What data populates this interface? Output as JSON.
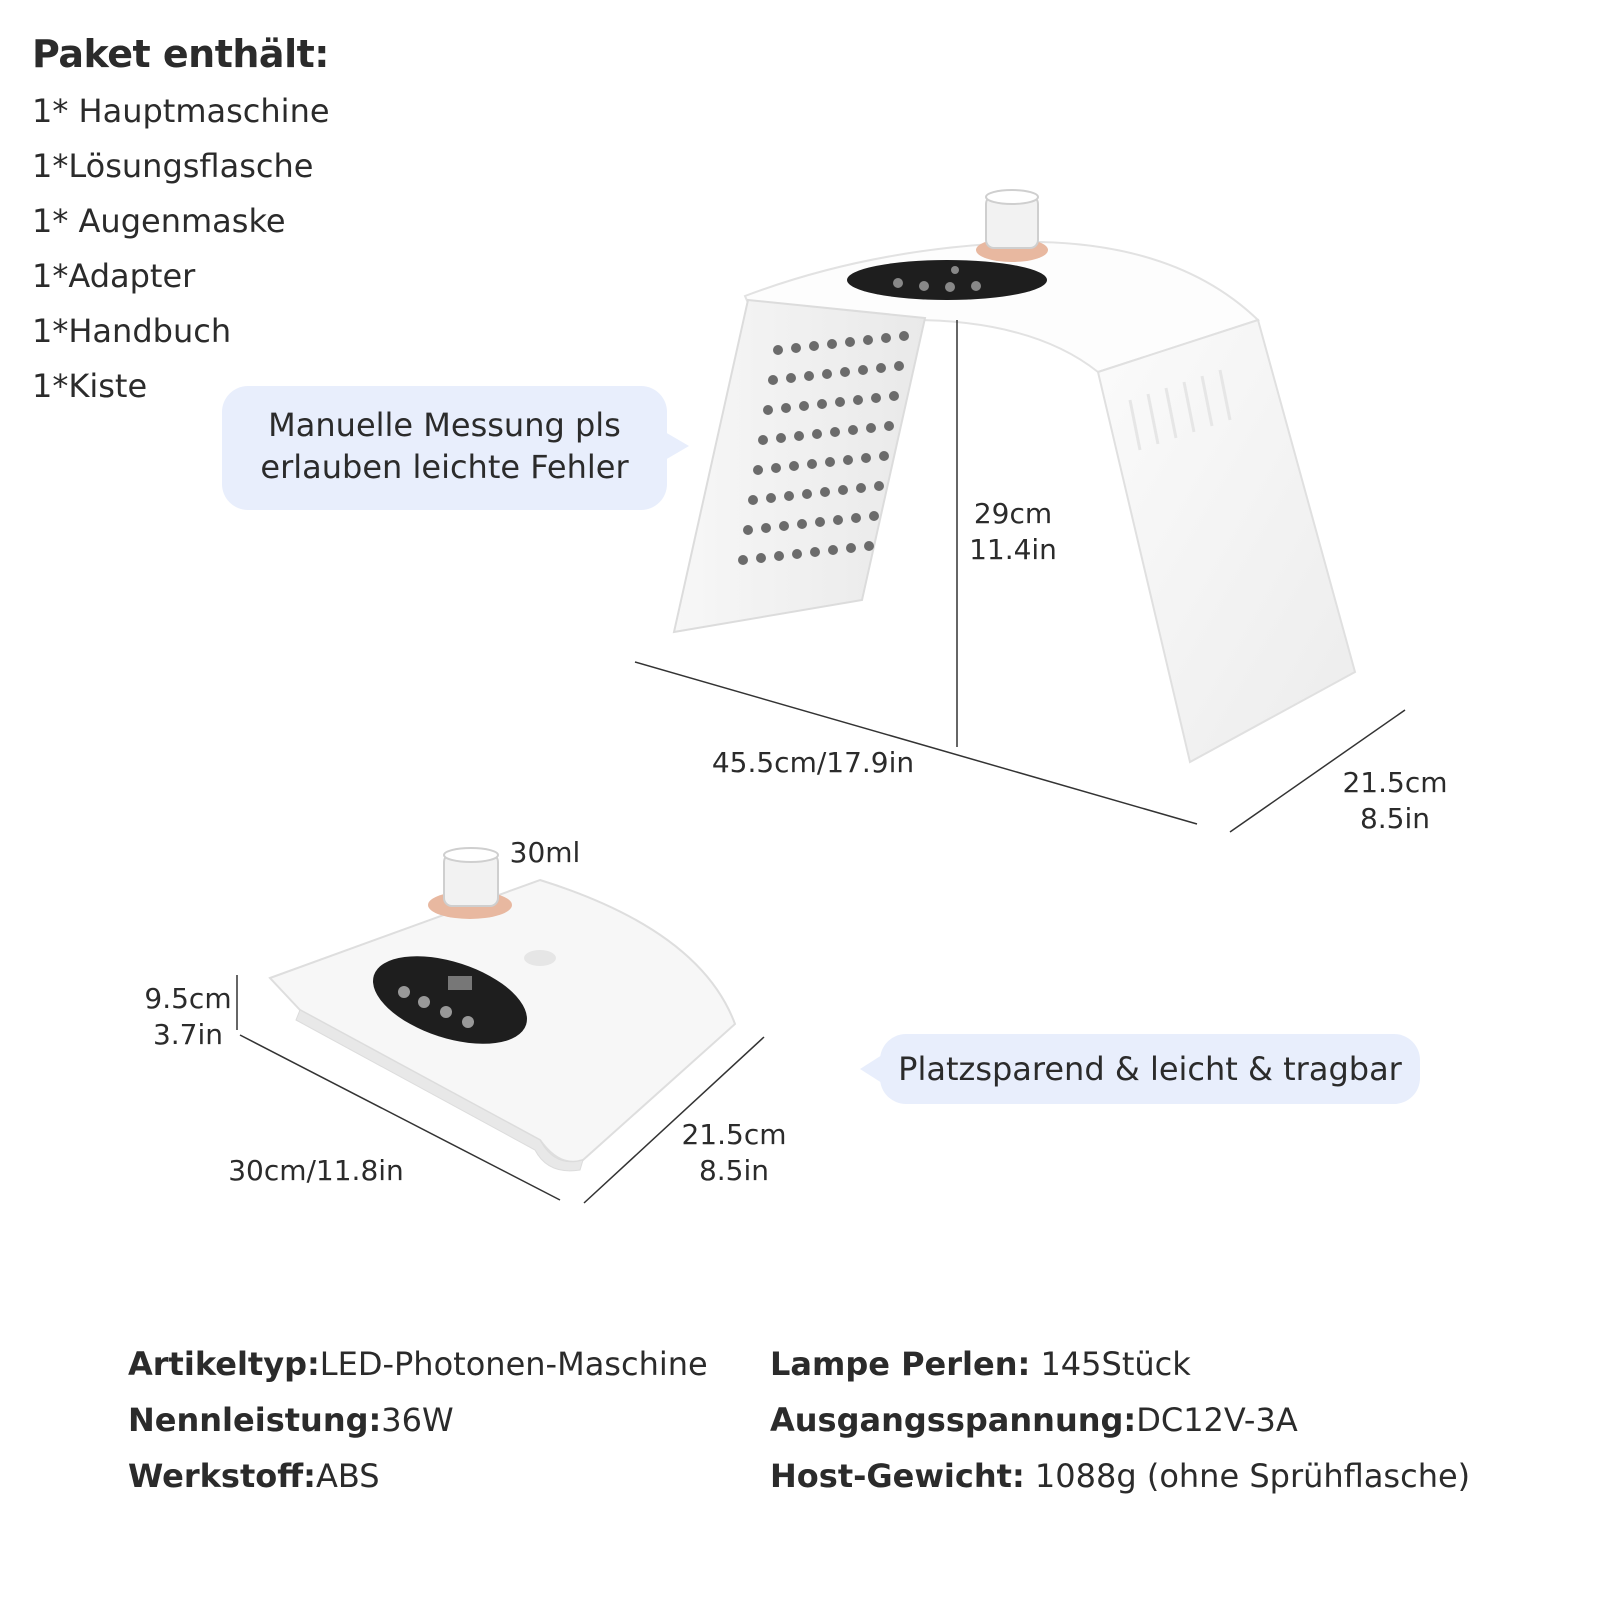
{
  "package": {
    "title": "Paket enthält:",
    "items": [
      "1* Hauptmaschine",
      "1*Lösungsflasche",
      "1* Augenmaske",
      "1*Adapter",
      "1*Handbuch",
      "1*Kiste"
    ]
  },
  "notes": {
    "measurement": [
      "Manuelle Messung pls",
      "erlauben leichte Fehler"
    ],
    "portable": "Platzsparend & leicht & tragbar"
  },
  "dimensions": {
    "open_height": [
      "29cm",
      "11.4in"
    ],
    "open_width": "45.5cm/17.9in",
    "open_depth": [
      "21.5cm",
      "8.5in"
    ],
    "bottle": "30ml",
    "folded_height": [
      "9.5cm",
      "3.7in"
    ],
    "folded_width": "30cm/11.8in",
    "folded_depth": [
      "21.5cm",
      "8.5in"
    ]
  },
  "specs": {
    "item_type_label": "Artikeltyp:",
    "item_type_value": "LED-Photonen-Maschine",
    "power_label": "Nennleistung:",
    "power_value": "36W",
    "material_label": "Werkstoff:",
    "material_value": "ABS",
    "beads_label": "Lampe Perlen:",
    "beads_value": " 145Stück",
    "voltage_label": "Ausgangsspannung:",
    "voltage_value": "DC12V-3A",
    "weight_label": "Host-Gewicht:",
    "weight_value": " 1088g (ohne Sprühflasche)"
  },
  "colors": {
    "bubble": "#e8eefc",
    "panel": "#f4f4f4",
    "led": "#6b6b6b",
    "ring": "#e8b8a0"
  }
}
